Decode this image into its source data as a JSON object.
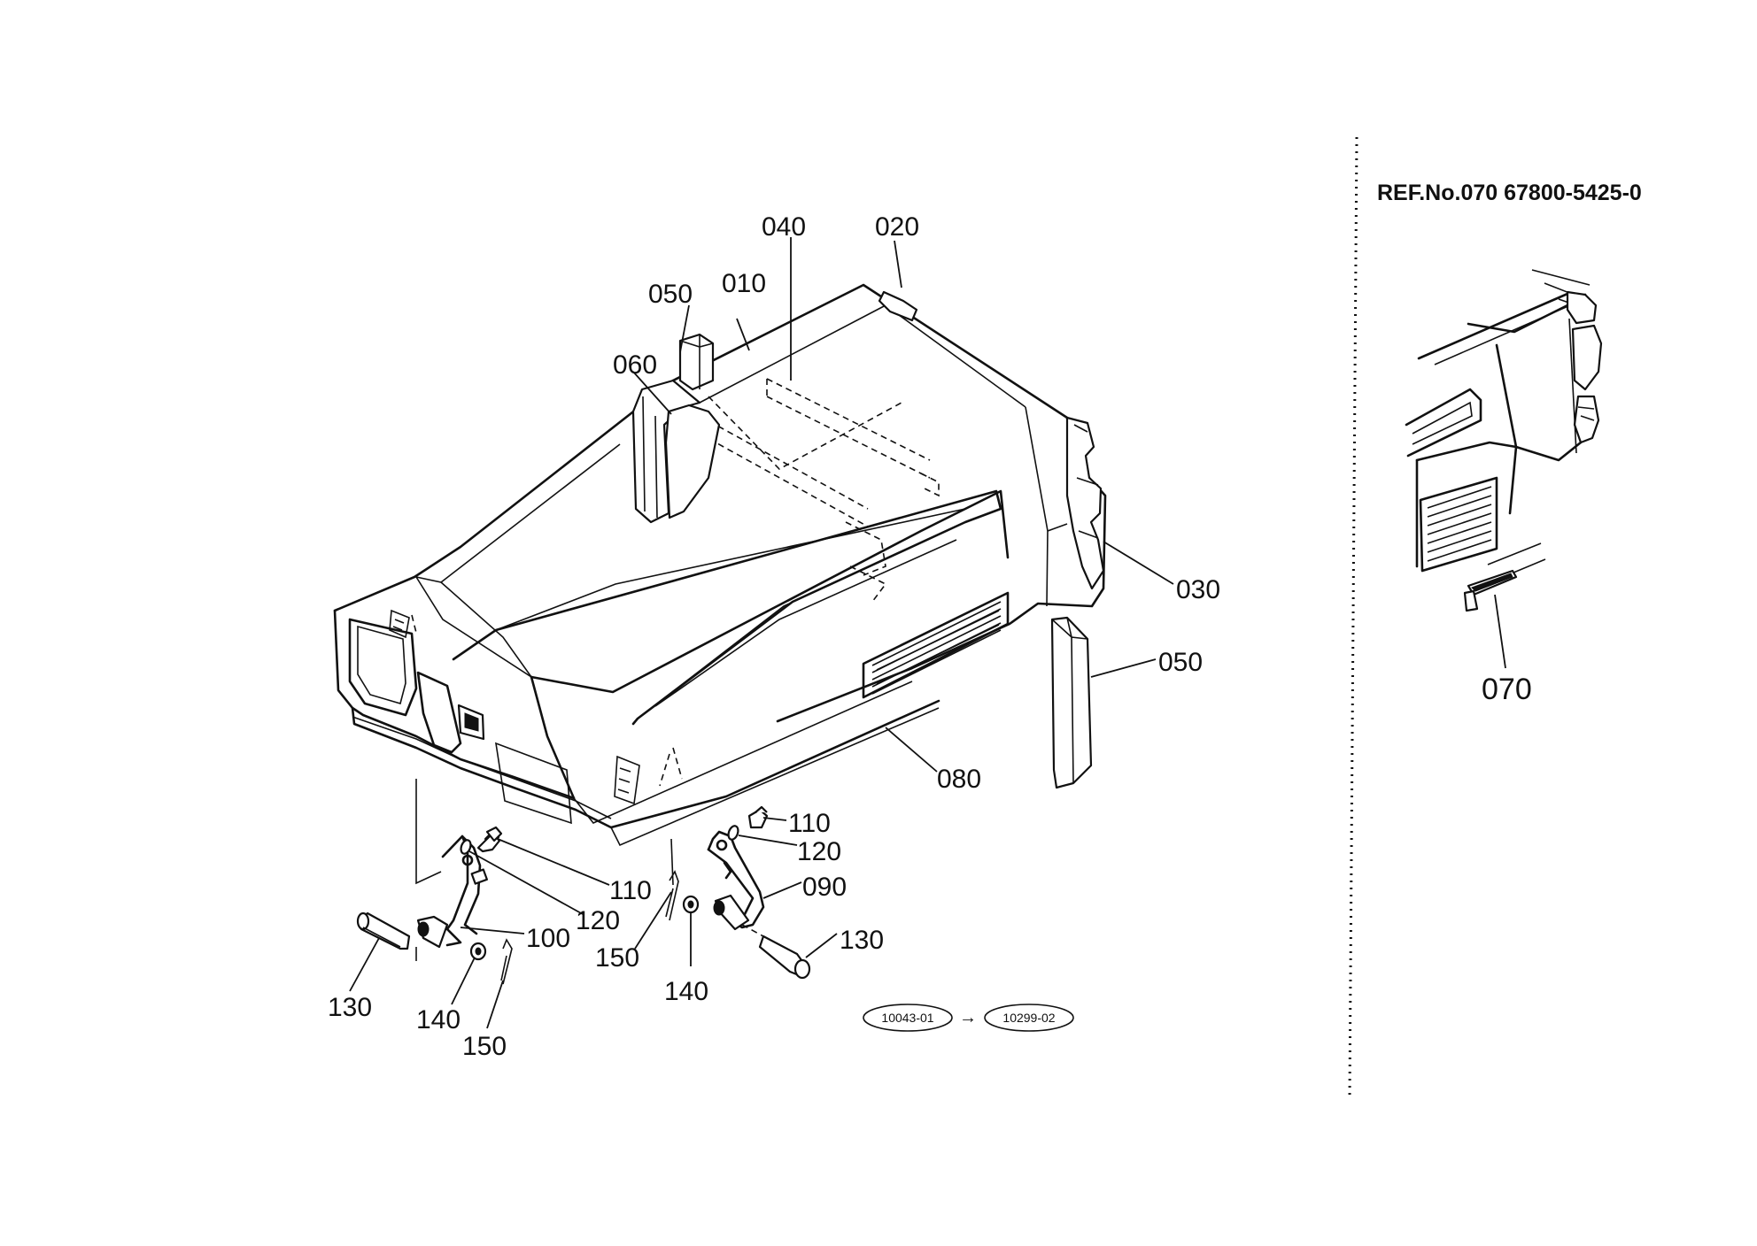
{
  "ref_note": "REF.No.070 67800-5425-0",
  "callouts": {
    "c010": "010",
    "c020": "020",
    "c030": "030",
    "c040": "040",
    "c050_top": "050",
    "c050_side": "050",
    "c060": "060",
    "c070": "070",
    "c080": "080",
    "c090": "090",
    "c100": "100",
    "c110_left": "110",
    "c110_right": "110",
    "c120_left": "120",
    "c120_right": "120",
    "c130_left": "130",
    "c130_right": "130",
    "c140_left": "140",
    "c140_right": "140",
    "c150_left": "150",
    "c150_right": "150"
  },
  "serial_change": {
    "from": "10043-01",
    "to": "10299-02",
    "arrow": "→"
  },
  "icons": {
    "arrow": "right-arrow-icon",
    "separator": "dotted-vertical-divider"
  }
}
